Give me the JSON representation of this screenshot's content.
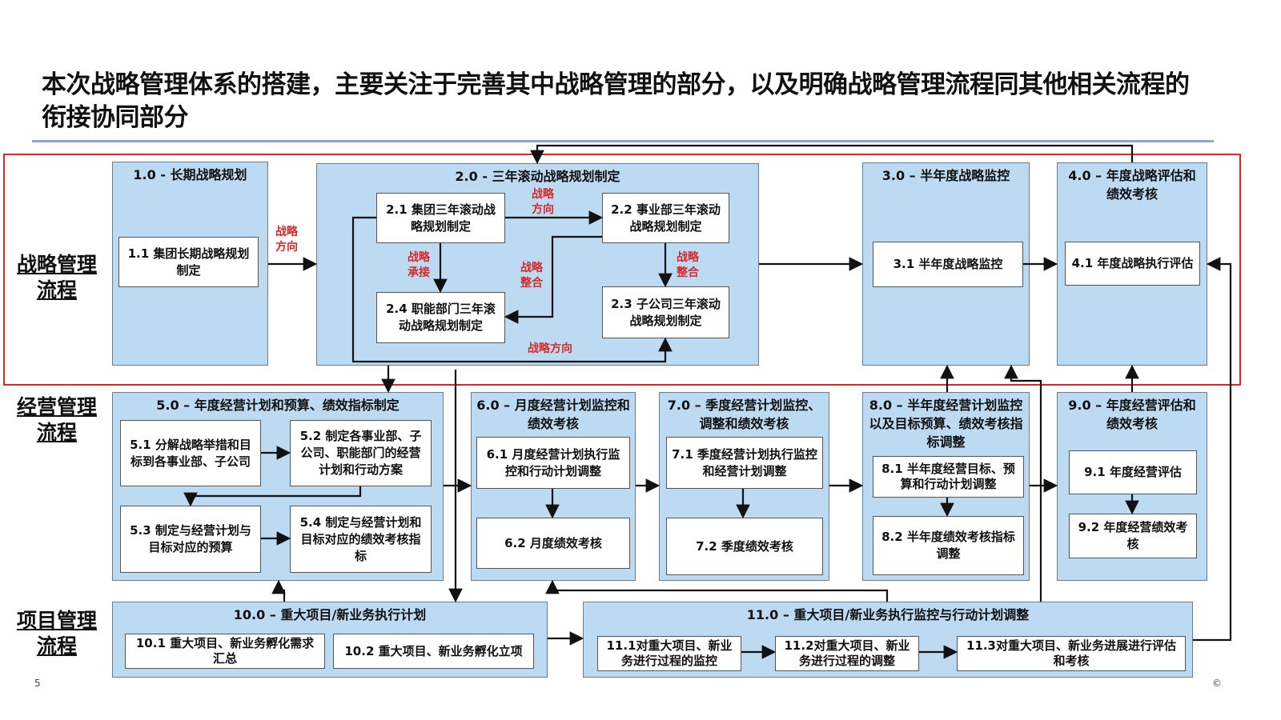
{
  "title": "本次战略管理体系的搭建，主要关注于完善其中战略管理的部分，以及明确战略管理流程同其他相关流程的衔接协同部分",
  "rows": {
    "strategy": "战略管理流程",
    "operations": "经营管理流程",
    "projects": "项目管理流程"
  },
  "groups": {
    "g1": {
      "title": "1.0 - 长期战略规划",
      "items": [
        "1.1  集团长期战略规划制定"
      ]
    },
    "g2": {
      "title": "2.0 - 三年滚动战略规划制定",
      "items": [
        "2.1 集团三年滚动战略规划制定",
        "2.2 事业部三年滚动战略规划制定",
        "2.3 子公司三年滚动战略规划制定",
        "2.4 职能部门三年滚动战略规划制定"
      ]
    },
    "g3": {
      "title": "3.0 – 半年度战略监控",
      "items": [
        "3.1 半年度战略监控"
      ]
    },
    "g4": {
      "title": "4.0 – 年度战略评估和绩效考核",
      "items": [
        "4.1 年度战略执行评估"
      ]
    },
    "g5": {
      "title": "5.0 – 年度经营计划和预算、绩效指标制定",
      "items": [
        "5.1  分解战略举措和目标到各事业部、子公司",
        "5.2  制定各事业部、子公司、职能部门的经营计划和行动方案",
        "5.3  制定与经营计划与目标对应的预算",
        "5.4  制定与经营计划和目标对应的绩效考核指标"
      ]
    },
    "g6": {
      "title": "6.0 – 月度经营计划监控和绩效考核",
      "items": [
        "6.1  月度经营计划执行监控和行动计划调整",
        "6.2  月度绩效考核"
      ]
    },
    "g7": {
      "title": "7.0 – 季度经营计划监控、调整和绩效考核",
      "items": [
        "7.1  季度经营计划执行监控和经营计划调整",
        "7.2  季度绩效考核"
      ]
    },
    "g8": {
      "title": "8.0 –  半年度经营计划监控以及目标预算、绩效考核指标调整",
      "items": [
        "8.1 半年度经营目标、预算和行动计划调整",
        "8.2 半年度绩效考核指标调整"
      ]
    },
    "g9": {
      "title": "9.0 – 年度经营评估和绩效考核",
      "items": [
        "9.1  年度经营评估",
        "9.2  年度经营绩效考核"
      ]
    },
    "g10": {
      "title": "10.0 – 重大项目/新业务执行计划",
      "items": [
        "10.1  重大项目、新业务孵化需求汇总",
        "10.2  重大项目、新业务孵化立项"
      ]
    },
    "g11": {
      "title": "11.0 – 重大项目/新业务执行监控与行动计划调整",
      "items": [
        "11.1对重大项目、新业务进行过程的监控",
        "11.2对重大项目、新业务进行过程的调整",
        "11.3对重大项目、新业务进展进行评估和考核"
      ]
    }
  },
  "arrow_labels": {
    "a1": "战略方向",
    "a2": "战略方向",
    "a3": "战略承接",
    "a4": "战略整合",
    "a5": "战略整合",
    "a6": "战略方向"
  },
  "footer": {
    "page": "5",
    "mark": "©"
  },
  "colors": {
    "group_fill": "#bcdaf2",
    "frame": "#d42a2a",
    "label": "#d42a2a"
  }
}
